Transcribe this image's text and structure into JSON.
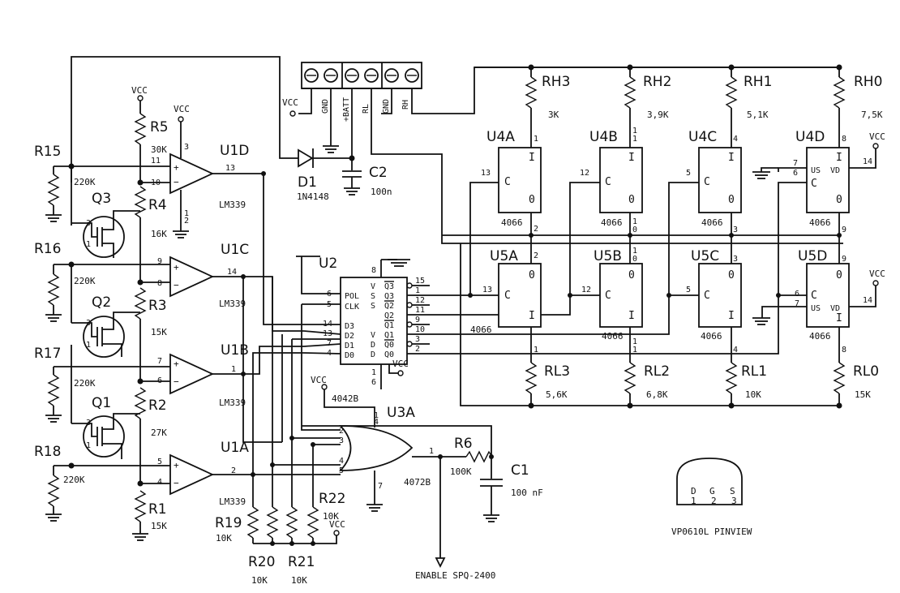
{
  "labels": {
    "vcc": "VCC",
    "gnd": "GND",
    "batt": "+BATT",
    "rl": "RL",
    "rh": "RH",
    "r15": "R15",
    "r16": "R16",
    "r17": "R17",
    "r18": "R18",
    "r5": "R5",
    "r4": "R4",
    "r3": "R3",
    "r2": "R2",
    "r1": "R1",
    "q3": "Q3",
    "q2": "Q2",
    "q1": "Q1",
    "u1d": "U1D",
    "u1c": "U1C",
    "u1b": "U1B",
    "u1a": "U1A",
    "d1": "D1",
    "c2": "C2",
    "u2": "U2",
    "u3a": "U3A",
    "r6": "R6",
    "c1": "C1",
    "r19": "R19",
    "r20": "R20",
    "r21": "R21",
    "r22": "R22",
    "rh3": "RH3",
    "rh2": "RH2",
    "rh1": "RH1",
    "rh0": "RH0",
    "rl3": "RL3",
    "rl2": "RL2",
    "rl1": "RL1",
    "rl0": "RL0",
    "u4a": "U4A",
    "u4b": "U4B",
    "u4c": "U4C",
    "u4d": "U4D",
    "u5a": "U5A",
    "u5b": "U5B",
    "u5c": "U5C",
    "u5d": "U5D"
  },
  "values": {
    "r15": "220K",
    "r16": "220K",
    "r17": "220K",
    "r18": "220K",
    "r5": "30K",
    "r4": "16K",
    "r3": "15K",
    "r2": "27K",
    "r1": "15K",
    "lm339": "LM339",
    "d1": "1N4148",
    "c2": "100n",
    "r19": "10K",
    "r20": "10K",
    "r21": "10K",
    "r22": "10K",
    "r6": "100K",
    "c1": "100 nF",
    "u3a": "4072B",
    "u2": "4042B",
    "rh3": "3K",
    "rh2": "3,9K",
    "rh1": "5,1K",
    "rh0": "7,5K",
    "rl3": "5,6K",
    "rl2": "6,8K",
    "rl1": "10K",
    "rl0": "15K",
    "ic4066": "4066"
  },
  "u2_pins": {
    "pol": "POL",
    "clk": "CLK",
    "d3": "D3",
    "d2": "D2",
    "d1": "D1",
    "d0": "D0",
    "q3b": "Q3",
    "q3": "Q3",
    "q2b": "Q2",
    "q2": "Q2",
    "q1b": "Q1",
    "q1": "Q1",
    "q0b": "Q0",
    "q0": "Q0",
    "vss": "V S S",
    "vdd": "V D D"
  },
  "switch_pins": {
    "i": "I",
    "o": "0",
    "c": "C",
    "us": "US",
    "vd": "VD"
  },
  "enable": "ENABLE SPQ-2400",
  "pinview": {
    "d": "D",
    "g": "G",
    "s": "S",
    "p1": "1",
    "p2": "2",
    "p3": "3",
    "caption": "VP0610L PINVIEW"
  }
}
